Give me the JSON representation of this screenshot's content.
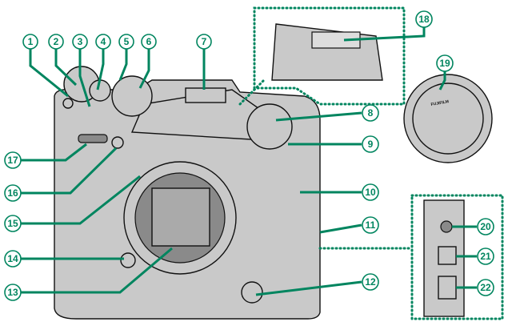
{
  "diagram": {
    "callouts": [
      {
        "n": "1",
        "label": "①"
      },
      {
        "n": "2",
        "label": "②"
      },
      {
        "n": "3",
        "label": "③"
      },
      {
        "n": "4",
        "label": "④"
      },
      {
        "n": "5",
        "label": "⑤"
      },
      {
        "n": "6",
        "label": "⑥"
      },
      {
        "n": "7",
        "label": "⑦"
      },
      {
        "n": "8",
        "label": "⑧"
      },
      {
        "n": "9",
        "label": "⑨"
      },
      {
        "n": "10",
        "label": "⑩"
      },
      {
        "n": "11",
        "label": "⑪"
      },
      {
        "n": "12",
        "label": "⑫"
      },
      {
        "n": "13",
        "label": "⑬"
      },
      {
        "n": "14",
        "label": "⑭"
      },
      {
        "n": "15",
        "label": "⑮"
      },
      {
        "n": "16",
        "label": "⑯"
      },
      {
        "n": "17",
        "label": "⑰"
      },
      {
        "n": "18",
        "label": "⑱"
      },
      {
        "n": "19",
        "label": "⑲"
      },
      {
        "n": "20",
        "label": "⑳"
      },
      {
        "n": "21",
        "label": "㉑"
      },
      {
        "n": "22",
        "label": "㉒"
      }
    ],
    "cap_text": "FUJIFILM",
    "accent_color": "#00855f"
  }
}
